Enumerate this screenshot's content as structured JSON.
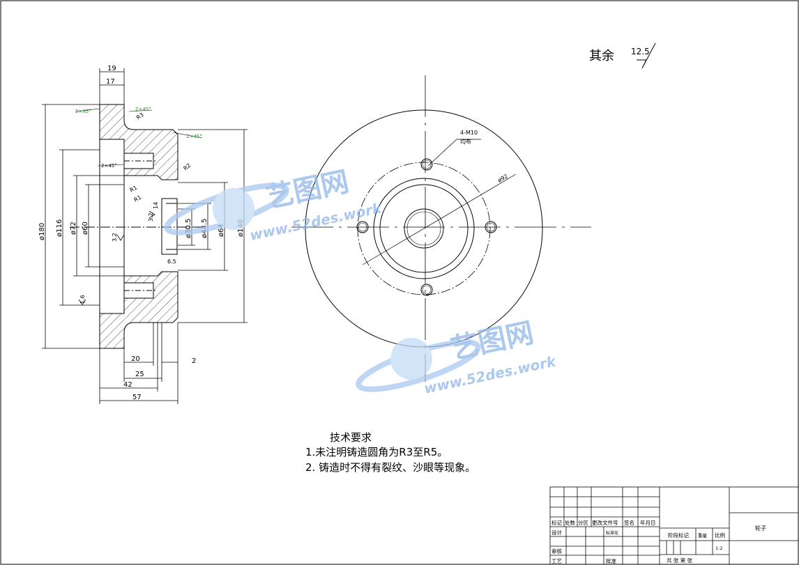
{
  "surface_note": {
    "label": "其余",
    "roughness": "12.5"
  },
  "dimensions": {
    "top_19": "19",
    "top_17": "17",
    "chamfer_a": "2×45°",
    "chamfer_b": "2×45°",
    "chamfer_c": "2×45°",
    "chamfer_d": "2×45°",
    "r3": "R3",
    "r2": "R2",
    "r1a": "R1",
    "r1b": "R1",
    "d180": "ø180",
    "d116": "ø116",
    "d72": "ø72",
    "d60": "ø60",
    "d30_5": "ø30.5",
    "d44_5": "ø44.5",
    "d64": "ø64",
    "d140": "ø140",
    "small_14": "14",
    "rough_3_2a": "3.2",
    "rough_3_2b": "3.2",
    "rough_1_6": "1.6",
    "groove_6_5": "6.5",
    "bottom_20": "20",
    "bottom_2": "2",
    "bottom_25": "25",
    "bottom_42": "42",
    "bottom_57": "57"
  },
  "front_view": {
    "hole_note": "4-M10",
    "hole_note2": "均布",
    "pcd": "ø92"
  },
  "tech_requirements": {
    "heading": "技术要求",
    "item1": "1.未注明铸造圆角为R3至R5。",
    "item2": "2. 铸造时不得有裂纹、沙眼等现象。"
  },
  "title_block": {
    "h_mark": "标记",
    "h_count": "处数",
    "h_zone": "分区",
    "h_docno": "更改文件号",
    "h_sign": "签名",
    "h_date": "年月日",
    "r_design": "设计",
    "r_std": "标准化",
    "r_review": "审核",
    "r_process": "工艺",
    "r_approve": "批准",
    "stage": "阶段标记",
    "weight": "重量",
    "scale": "比例",
    "scale_val": "1:2",
    "sheets": "共   张 第   张",
    "part_name": "轮子"
  },
  "watermarks": [
    {
      "title": "艺图网",
      "url": "www.52des.work"
    },
    {
      "title": "艺图网",
      "url": "www.52des.work"
    }
  ]
}
